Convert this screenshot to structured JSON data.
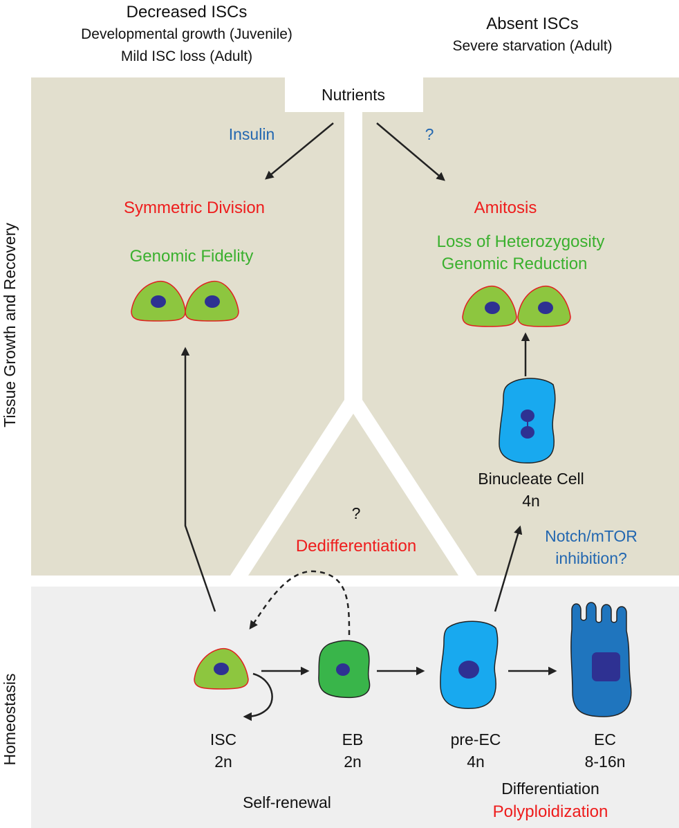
{
  "header": {
    "left_title": "Decreased ISCs",
    "left_line1": "Developmental growth (Juvenile)",
    "left_line2": "Mild ISC loss (Adult)",
    "right_title": "Absent ISCs",
    "right_line1": "Severe starvation (Adult)"
  },
  "side_labels": {
    "top": "Tissue Growth and Recovery",
    "bottom": "Homeostasis"
  },
  "top_panel": {
    "nutrients": "Nutrients",
    "insulin": "Insulin",
    "unknown_right": "?",
    "left_process": "Symmetric Division",
    "left_outcome": "Genomic Fidelity",
    "right_process": "Amitosis",
    "right_outcome1": "Loss of Heterozygosity",
    "right_outcome2": "Genomic Reduction",
    "binucleate_name": "Binucleate Cell",
    "binucleate_ploidy": "4n",
    "center_unknown": "?",
    "center_process": "Dedifferentiation",
    "notch_line1": "Notch/mTOR",
    "notch_line2": "inhibition?"
  },
  "bottom_panel": {
    "isc_name": "ISC",
    "isc_ploidy": "2n",
    "eb_name": "EB",
    "eb_ploidy": "2n",
    "preec_name": "pre-EC",
    "preec_ploidy": "4n",
    "ec_name": "EC",
    "ec_ploidy": "8-16n",
    "self_renewal": "Self-renewal",
    "differentiation": "Differentiation",
    "polyploidization": "Polyploidization"
  },
  "colors": {
    "panel_top": "#e2dfce",
    "panel_bottom": "#efefef",
    "red_text": "#ee1c1c",
    "green_text": "#3ab02e",
    "blue_text": "#2367b0",
    "isc_fill": "#8dc63f",
    "isc_outline": "#e02020",
    "nucleus": "#2e3192",
    "eb_fill": "#39b54a",
    "preec_fill": "#18a9ef",
    "ec_fill": "#1f75be"
  }
}
